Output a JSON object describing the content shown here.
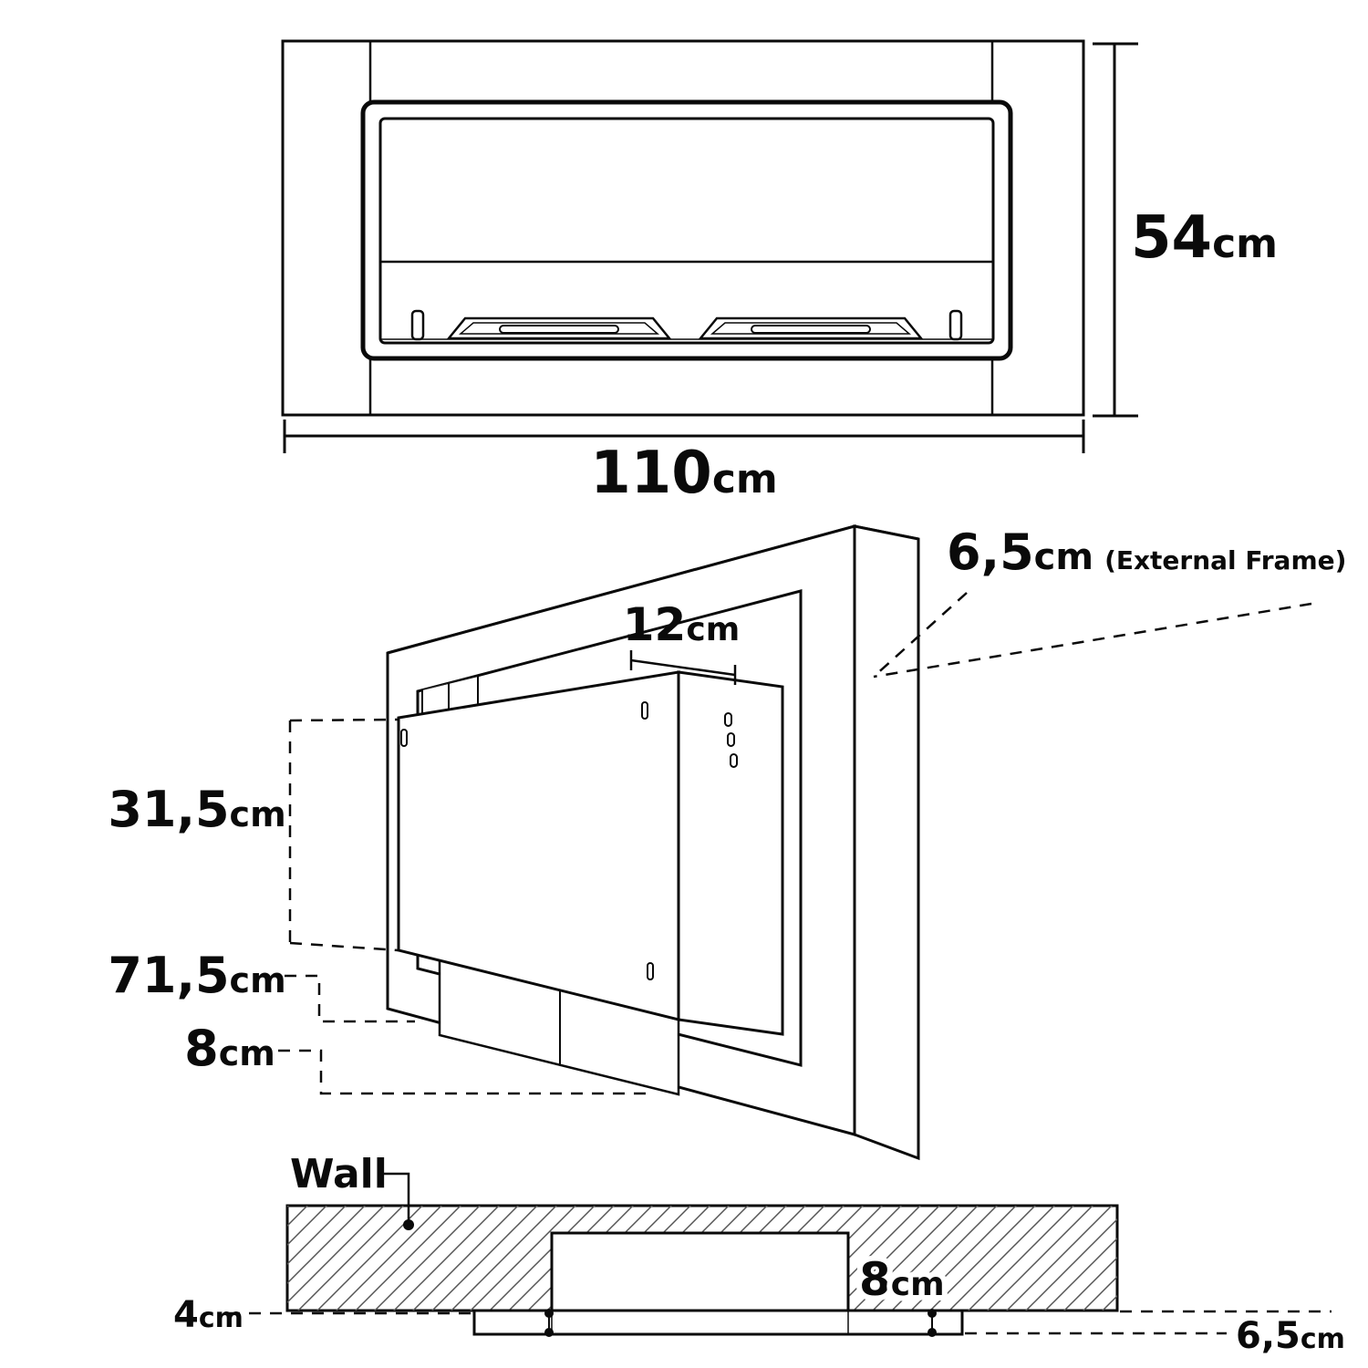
{
  "front_view": {
    "height": {
      "value": "54",
      "unit": "cm"
    },
    "width": {
      "value": "110",
      "unit": "cm"
    }
  },
  "perspective_view": {
    "external_frame": {
      "value": "6,5",
      "unit": "cm",
      "note": "(External Frame)"
    },
    "housing_depth": {
      "value": "12",
      "unit": "cm"
    },
    "housing_height": {
      "value": "31,5",
      "unit": "cm"
    },
    "housing_width": {
      "value": "71,5",
      "unit": "cm"
    },
    "shelf_depth": {
      "value": "8",
      "unit": "cm"
    }
  },
  "section_view": {
    "wall_label": "Wall",
    "recess_depth": {
      "value": "4",
      "unit": "cm"
    },
    "protrusion_depth": {
      "value": "8",
      "unit": "cm"
    },
    "frame_offset": {
      "value": "6,5",
      "unit": "cm"
    }
  },
  "colors": {
    "line": "#0a0a0a",
    "background": "#ffffff",
    "hatch": "#555555"
  }
}
